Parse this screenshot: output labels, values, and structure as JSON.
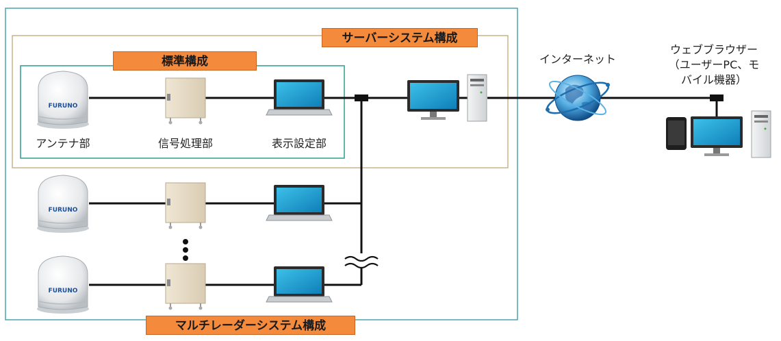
{
  "labels": {
    "server_system": "サーバーシステム構成",
    "standard_config": "標準構成",
    "multi_radar_system": "マルチレーダーシステム構成",
    "antenna": "アンテナ部",
    "signal_processor": "信号処理部",
    "display_settings": "表示設定部",
    "internet": "インターネット",
    "browser_line1": "ウェブブラウザー",
    "browser_line2": "（ユーザーPC、モ",
    "browser_line3": "バイル機器）"
  },
  "brand": {
    "antenna_logo": "FURUNO"
  },
  "colors": {
    "outer_frame": "#4aa3b3",
    "server_frame": "#c8b48a",
    "standard_frame": "#2e9c8e",
    "label_fill": "#f48a3c",
    "link_line": "#111111"
  }
}
